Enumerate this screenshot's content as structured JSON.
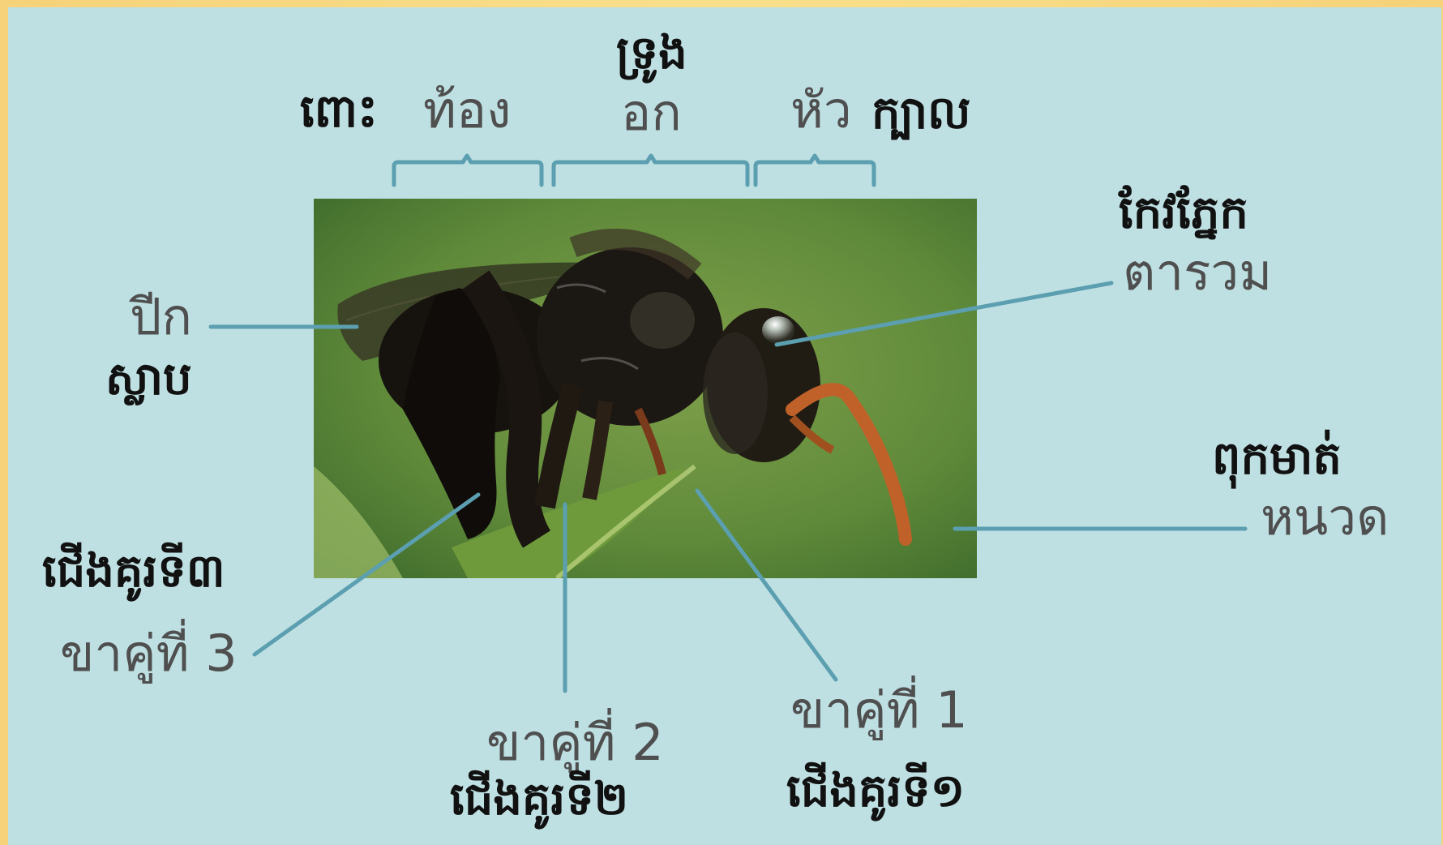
{
  "colors": {
    "background": "#bfe0e3",
    "border": "#f6d27a",
    "leader_line": "#5b9fb0",
    "thai_text": "#4f4f4f",
    "khmer_text": "#111111"
  },
  "labels": {
    "abdomen_th": "ท้อง",
    "abdomen_km": "ពោះ",
    "thorax_th": "อก",
    "thorax_km": "ទ្រូង",
    "head_th": "หัว",
    "head_km": "ក្បាល",
    "eye_th": "ตารวม",
    "eye_km": "កែវភ្នែក",
    "wing_th": "ปีก",
    "wing_km": "ស្លាប",
    "antenna_th": "หนวด",
    "antenna_km": "ពុកមាត់",
    "leg3_th": "ขาคู่ที่  3",
    "leg3_km": "ជើងគូរទី៣",
    "leg2_th": "ขาคู่ที่  2",
    "leg2_km": "ជើងគូរទី២",
    "leg1_th": "ขาคู่ที่  1",
    "leg1_km": "ជើងគូរទី១"
  },
  "photo": {
    "subject": "bee-photo"
  }
}
